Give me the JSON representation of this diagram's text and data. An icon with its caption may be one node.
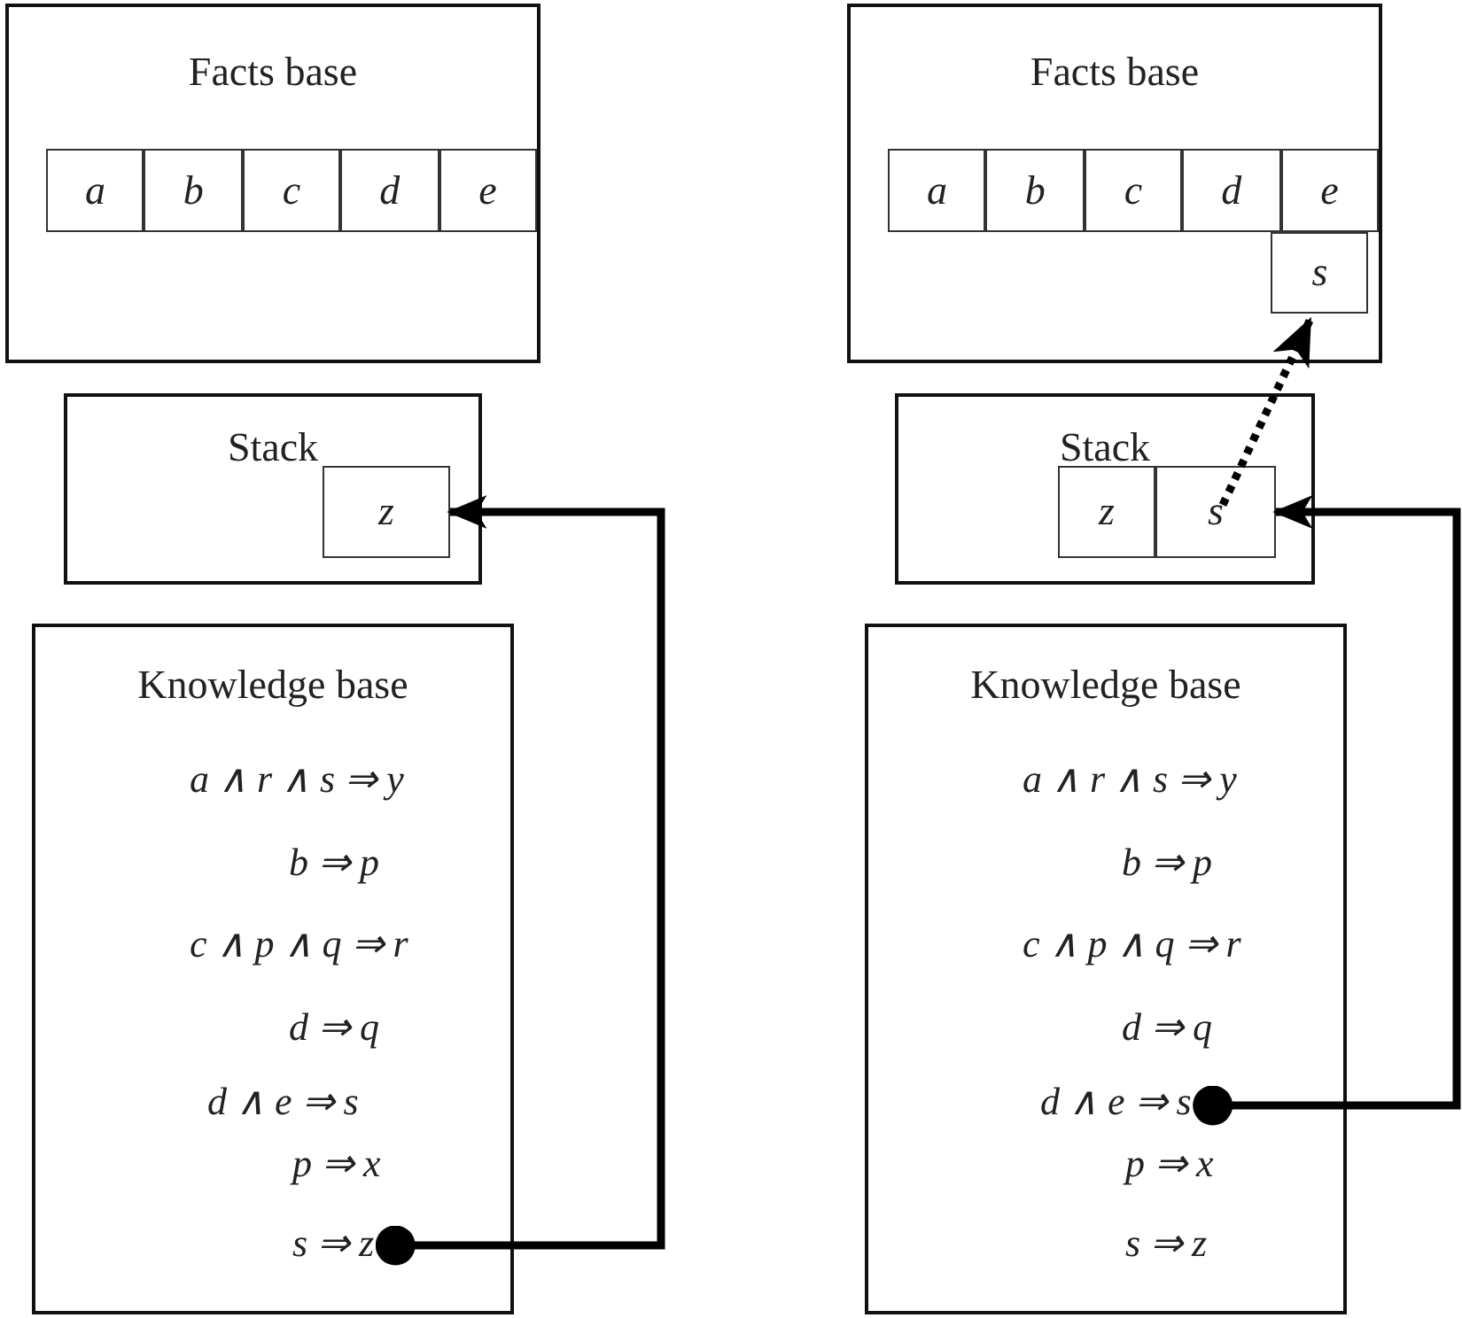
{
  "diagram": {
    "nodes": [
      {
        "text": [
          "Facts base"
        ]
      },
      {
        "text": [
          "a"
        ],
        "in": 0
      },
      {
        "text": [
          "b"
        ],
        "in": 0
      },
      {
        "text": [
          "c"
        ],
        "in": 0
      },
      {
        "text": [
          "d"
        ],
        "in": 0
      },
      {
        "text": [
          "e"
        ],
        "in": 0
      },
      {
        "text": [
          "Stack"
        ]
      },
      {
        "text": [
          "z"
        ],
        "in": 6
      },
      {
        "text": [
          "Knowledge base"
        ]
      },
      {
        "text": [
          "a ∧ r ∧ s ⇒ y"
        ],
        "in": 8
      },
      {
        "text": [
          "b ⇒ p"
        ],
        "in": 8
      },
      {
        "text": [
          "c ∧ p ∧ q ⇒ r"
        ],
        "in": 8
      },
      {
        "text": [
          "d ⇒ q"
        ],
        "in": 8
      },
      {
        "text": [
          "d ∧ e ⇒ s"
        ],
        "in": 8
      },
      {
        "text": [
          "p ⇒ x"
        ],
        "in": 8
      },
      {
        "text": [
          "s ⇒ z"
        ],
        "in": 8
      },
      {
        "text": [
          "Facts base"
        ]
      },
      {
        "text": [
          "a"
        ],
        "in": 16
      },
      {
        "text": [
          "b"
        ],
        "in": 16
      },
      {
        "text": [
          "c"
        ],
        "in": 16
      },
      {
        "text": [
          "d"
        ],
        "in": 16
      },
      {
        "text": [
          "e"
        ],
        "in": 16
      },
      {
        "text": [
          "s"
        ],
        "in": 16
      },
      {
        "text": [
          "Stack"
        ]
      },
      {
        "text": [
          "z"
        ],
        "in": 23
      },
      {
        "text": [
          "s"
        ],
        "in": 23
      },
      {
        "text": [
          "Knowledge base"
        ]
      },
      {
        "text": [
          "a ∧ r ∧ s ⇒ y"
        ],
        "in": 26
      },
      {
        "text": [
          "b ⇒ p"
        ],
        "in": 26
      },
      {
        "text": [
          "c ∧ p ∧ q ⇒ r"
        ],
        "in": 26
      },
      {
        "text": [
          "d ⇒ q"
        ],
        "in": 26
      },
      {
        "text": [
          "d ∧ e ⇒ s"
        ],
        "in": 26
      },
      {
        "text": [
          "p ⇒ x"
        ],
        "in": 26
      },
      {
        "text": [
          "s ⇒ z"
        ],
        "in": 26
      }
    ],
    "edges": [
      {
        "from": 15,
        "to": 7,
        "arrow": "to"
      },
      {
        "from": 31,
        "to": 25,
        "arrow": "to"
      },
      {
        "from": 25,
        "to": 22,
        "arrow": "to",
        "style": "dashed"
      }
    ]
  }
}
